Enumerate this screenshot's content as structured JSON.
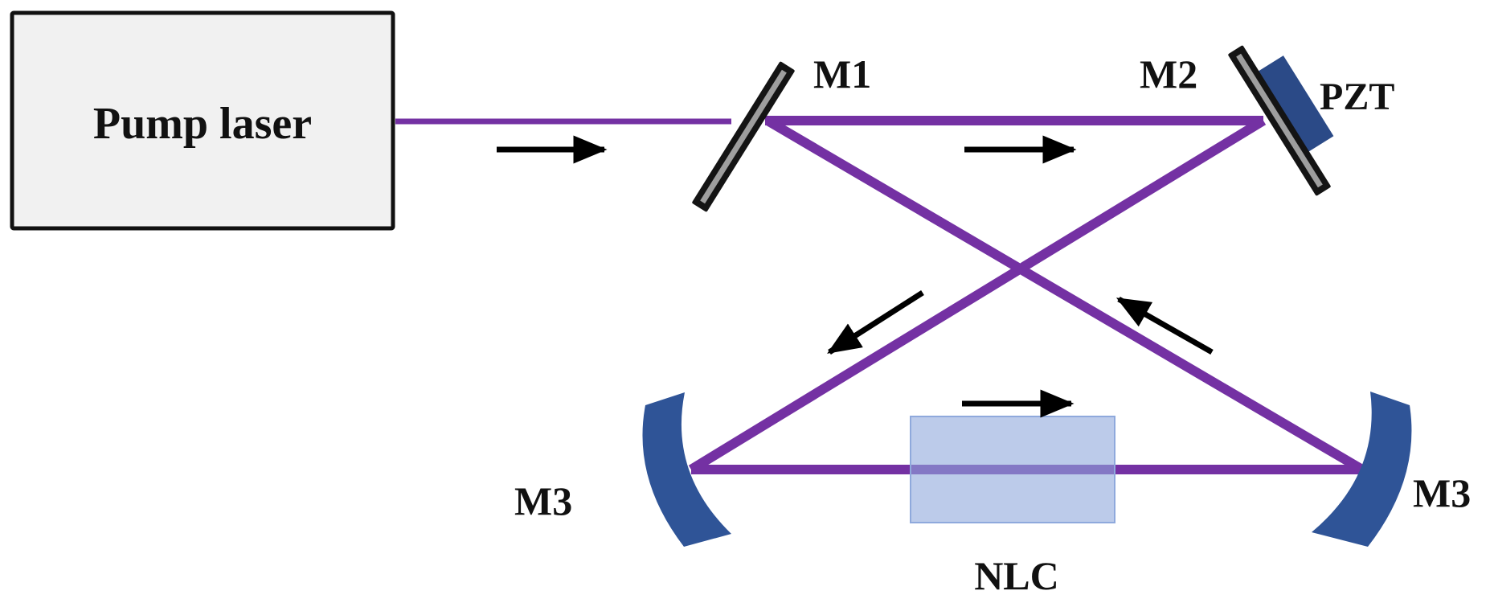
{
  "diagram": {
    "labels": {
      "pump_laser": "Pump laser",
      "m1": "M1",
      "m2": "M2",
      "pzt": "PZT",
      "m3_left": "M3",
      "m3_right": "M3",
      "nlc": "NLC"
    },
    "colors": {
      "beam": "#7431a3",
      "laser_box_fill": "#f1f1f1",
      "laser_box_stroke": "#111111",
      "mirror_body": "#141414",
      "mirror_face": "#9e9e9e",
      "pzt": "#2b4a87",
      "curved_mirror": "#2f5497",
      "crystal": "#8fa9dc",
      "arrow": "#000000"
    }
  }
}
